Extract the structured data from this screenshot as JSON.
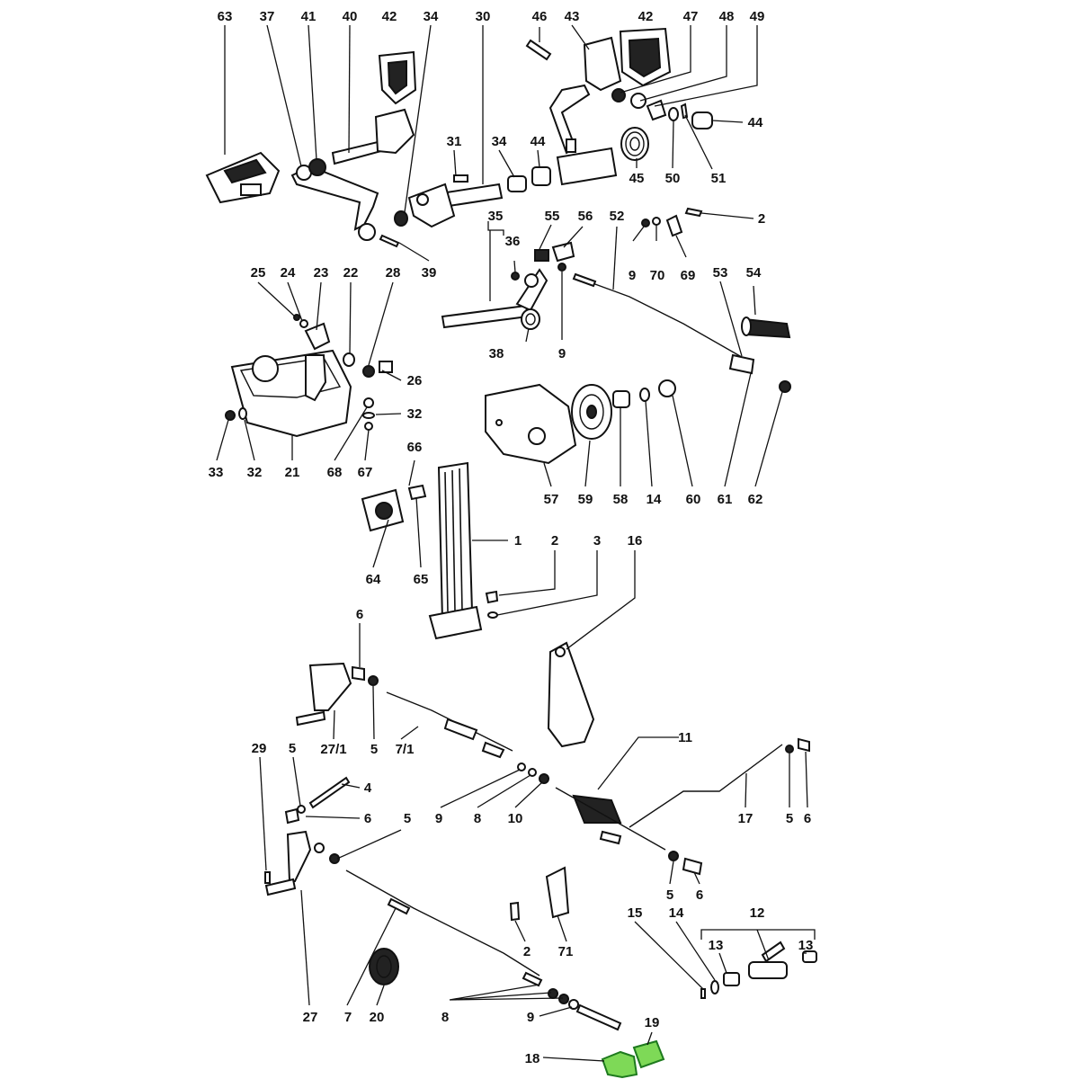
{
  "labels": [
    {
      "key": "63",
      "text": "63"
    },
    {
      "key": "37",
      "text": "37"
    },
    {
      "key": "41",
      "text": "41"
    },
    {
      "key": "40",
      "text": "40"
    },
    {
      "key": "42a",
      "text": "42"
    },
    {
      "key": "34a",
      "text": "34"
    },
    {
      "key": "30",
      "text": "30"
    },
    {
      "key": "46",
      "text": "46"
    },
    {
      "key": "43",
      "text": "43"
    },
    {
      "key": "42b",
      "text": "42"
    },
    {
      "key": "47",
      "text": "47"
    },
    {
      "key": "48",
      "text": "48"
    },
    {
      "key": "49",
      "text": "49"
    },
    {
      "key": "44a",
      "text": "44"
    },
    {
      "key": "31",
      "text": "31"
    },
    {
      "key": "34b",
      "text": "34"
    },
    {
      "key": "44b",
      "text": "44"
    },
    {
      "key": "45",
      "text": "45"
    },
    {
      "key": "50",
      "text": "50"
    },
    {
      "key": "51",
      "text": "51"
    },
    {
      "key": "2a",
      "text": "2"
    },
    {
      "key": "35",
      "text": "35"
    },
    {
      "key": "36",
      "text": "36"
    },
    {
      "key": "55",
      "text": "55"
    },
    {
      "key": "56",
      "text": "56"
    },
    {
      "key": "52",
      "text": "52"
    },
    {
      "key": "9a",
      "text": "9"
    },
    {
      "key": "70",
      "text": "70"
    },
    {
      "key": "69",
      "text": "69"
    },
    {
      "key": "39",
      "text": "39"
    },
    {
      "key": "25",
      "text": "25"
    },
    {
      "key": "24",
      "text": "24"
    },
    {
      "key": "23",
      "text": "23"
    },
    {
      "key": "22",
      "text": "22"
    },
    {
      "key": "28",
      "text": "28"
    },
    {
      "key": "53",
      "text": "53"
    },
    {
      "key": "54",
      "text": "54"
    },
    {
      "key": "38",
      "text": "38"
    },
    {
      "key": "9b",
      "text": "9"
    },
    {
      "key": "26",
      "text": "26"
    },
    {
      "key": "32a",
      "text": "32"
    },
    {
      "key": "33",
      "text": "33"
    },
    {
      "key": "32b",
      "text": "32"
    },
    {
      "key": "21",
      "text": "21"
    },
    {
      "key": "68",
      "text": "68"
    },
    {
      "key": "67",
      "text": "67"
    },
    {
      "key": "66",
      "text": "66"
    },
    {
      "key": "57",
      "text": "57"
    },
    {
      "key": "59",
      "text": "59"
    },
    {
      "key": "58",
      "text": "58"
    },
    {
      "key": "14a",
      "text": "14"
    },
    {
      "key": "60",
      "text": "60"
    },
    {
      "key": "61",
      "text": "61"
    },
    {
      "key": "62",
      "text": "62"
    },
    {
      "key": "1",
      "text": "1"
    },
    {
      "key": "2b",
      "text": "2"
    },
    {
      "key": "3",
      "text": "3"
    },
    {
      "key": "16",
      "text": "16"
    },
    {
      "key": "64",
      "text": "64"
    },
    {
      "key": "65",
      "text": "65"
    },
    {
      "key": "6a",
      "text": "6"
    },
    {
      "key": "27_1",
      "text": "27/1"
    },
    {
      "key": "5a",
      "text": "5"
    },
    {
      "key": "7_1",
      "text": "7/1"
    },
    {
      "key": "11",
      "text": "11"
    },
    {
      "key": "29",
      "text": "29"
    },
    {
      "key": "5b",
      "text": "5"
    },
    {
      "key": "4",
      "text": "4"
    },
    {
      "key": "6b",
      "text": "6"
    },
    {
      "key": "5c",
      "text": "5"
    },
    {
      "key": "9c",
      "text": "9"
    },
    {
      "key": "8a",
      "text": "8"
    },
    {
      "key": "10",
      "text": "10"
    },
    {
      "key": "17",
      "text": "17"
    },
    {
      "key": "5d",
      "text": "5"
    },
    {
      "key": "6c",
      "text": "6"
    },
    {
      "key": "5e",
      "text": "5"
    },
    {
      "key": "6d",
      "text": "6"
    },
    {
      "key": "2c",
      "text": "2"
    },
    {
      "key": "71",
      "text": "71"
    },
    {
      "key": "15",
      "text": "15"
    },
    {
      "key": "14b",
      "text": "14"
    },
    {
      "key": "12",
      "text": "12"
    },
    {
      "key": "13a",
      "text": "13"
    },
    {
      "key": "13b",
      "text": "13"
    },
    {
      "key": "27",
      "text": "27"
    },
    {
      "key": "7",
      "text": "7"
    },
    {
      "key": "20",
      "text": "20"
    },
    {
      "key": "8b",
      "text": "8"
    },
    {
      "key": "9d",
      "text": "9"
    },
    {
      "key": "19",
      "text": "19"
    },
    {
      "key": "18",
      "text": "18"
    }
  ],
  "highlight": {
    "part": "18-19",
    "color": "#7ed957"
  }
}
